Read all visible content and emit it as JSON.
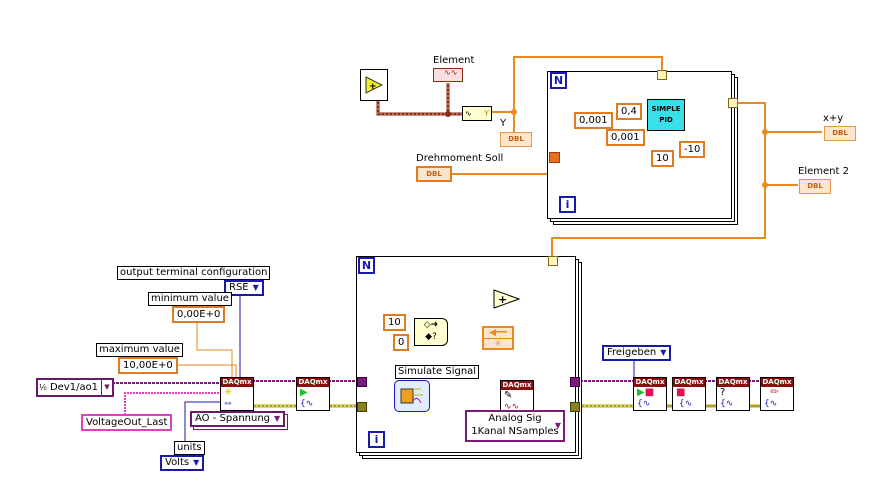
{
  "window": {
    "type": "LabVIEW block diagram"
  },
  "top_section": {
    "element_label": "Element",
    "y_label": "Y",
    "drehmoment_label": "Drehmoment Soll",
    "dbl_text": "DBL",
    "waveform_y": "Y",
    "pid": {
      "line1": "SIMPLE",
      "line2": "PID"
    },
    "constants": [
      "0,4",
      "0,001",
      "0,001",
      "10",
      "-10"
    ],
    "loop_n": "N",
    "loop_i": "i",
    "outputs": [
      {
        "label": "x+y",
        "type": "DBL"
      },
      {
        "label": "Element 2",
        "type": "DBL"
      }
    ]
  },
  "left_section": {
    "output_terminal_config_label": "output terminal configuration",
    "rse_value": "RSE",
    "min_label": "minimum value",
    "min_value": "0,00E+0",
    "max_label": "maximum value",
    "max_value": "10,00E+0",
    "channel_value": "Dev1/ao1",
    "voltage_out": "VoltageOut_Last",
    "ao_ring": "AO - Spannung",
    "units_label": "units",
    "units_value": "Volts"
  },
  "bottom_loop": {
    "loop_n": "N",
    "loop_i": "i",
    "const_10": "10",
    "const_0": "0",
    "simulate_label": "Simulate Signal",
    "write_ring_line1": "Analog Sig",
    "write_ring_line2": "1Kanal NSamples"
  },
  "right_section": {
    "freigeben": "Freigeben"
  },
  "daqmx_label": "DAQmx",
  "colors": {
    "orange_wire": "#e88a20",
    "dark_red_wire": "#8a2a10",
    "purple_wire": "#7a1a7a",
    "error_wire": "#b0a020",
    "blue_wire": "#1a1aa8",
    "pink_wire": "#e040c0",
    "pid_fill": "#39e0e8"
  }
}
